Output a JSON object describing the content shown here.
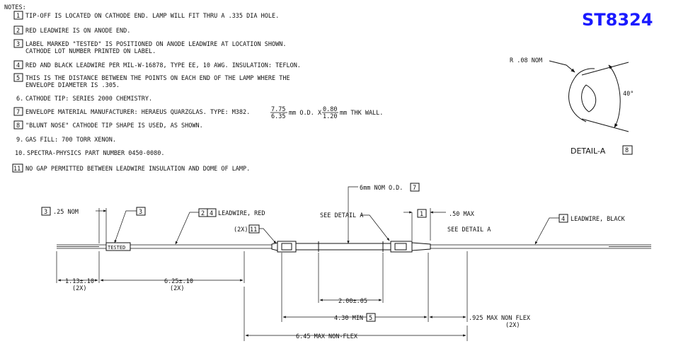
{
  "title": "ST8324",
  "notes_heading": "NOTES:",
  "notes": [
    {
      "num": "1",
      "boxed": true,
      "text": "TIP-OFF IS LOCATED ON CATHODE END. LAMP WILL FIT THRU A .335 DIA HOLE."
    },
    {
      "num": "2",
      "boxed": true,
      "text": "RED LEADWIRE IS ON ANODE END."
    },
    {
      "num": "3",
      "boxed": true,
      "text": "LABEL MARKED \"TESTED\" IS POSITIONED ON ANODE LEADWIRE AT LOCATION SHOWN.",
      "text2": "CATHODE LOT NUMBER PRINTED ON LABEL."
    },
    {
      "num": "4",
      "boxed": true,
      "text": "RED AND BLACK LEADWIRE PER MIL-W-16878, TYPE EE, 10 AWG. INSULATION: TEFLON."
    },
    {
      "num": "5",
      "boxed": true,
      "text": "THIS IS THE DISTANCE BETWEEN THE POINTS ON EACH END OF THE LAMP WHERE THE",
      "text2": "ENVELOPE DIAMETER IS .305."
    },
    {
      "num": "6.",
      "boxed": false,
      "text": "CATHODE TIP: SERIES 2000 CHEMISTRY."
    },
    {
      "num": "7",
      "boxed": true,
      "text": "ENVELOPE MATERIAL MANUFACTURER: HERAEUS QUARZGLAS. TYPE: M382.",
      "frac1_num": "7.75",
      "frac1_den": "6.35",
      "mid": "mm O.D. X",
      "frac2_num": "0.80",
      "frac2_den": "1.20",
      "tail": "mm THK WALL."
    },
    {
      "num": "8",
      "boxed": true,
      "text": "\"BLUNT NOSE\" CATHODE TIP SHAPE IS USED, AS SHOWN."
    },
    {
      "num": "9.",
      "boxed": false,
      "text": "GAS FILL: 700 TORR XENON."
    },
    {
      "num": "10.",
      "boxed": false,
      "text": "SPECTRA-PHYSICS PART NUMBER 0450-0080."
    },
    {
      "num": "11",
      "boxed": true,
      "text": "NO GAP PERMITTED BETWEEN LEADWIRE INSULATION AND DOME OF LAMP."
    }
  ],
  "detail_a": {
    "radius_label": "R .08 NOM",
    "angle_label": "40°",
    "caption": "DETAIL-A",
    "caption_note": "8"
  },
  "dims": {
    "d25_note": "3",
    "d25_text": ".25 NOM",
    "label_note": "3",
    "tested_label": "TESTED",
    "leadwire_red_notes": [
      "2",
      "4"
    ],
    "leadwire_red_text": "LEADWIRE, RED",
    "gap_prefix": "(2X)",
    "gap_note": "11",
    "od_text": "6mm NOM O.D.",
    "od_note": "7",
    "see_detail_left": "SEE DETAIL A",
    "max50_note": "1",
    "max50_text": ".50 MAX",
    "see_detail_right": "SEE DETAIL A",
    "leadwire_black_note": "4",
    "leadwire_black_text": "LEADWIRE, BLACK",
    "d113": "1.13±.10",
    "d113_x": "(2X)",
    "d625": "6.25±.10",
    "d625_x": "(2X)",
    "d200": "2.00±.05",
    "d430": "4.30 MIN",
    "d430_note": "5",
    "d925": ".925 MAX NON FLEX",
    "d925_x": "(2X)",
    "d645": "6.45 MAX NON-FLEX"
  }
}
